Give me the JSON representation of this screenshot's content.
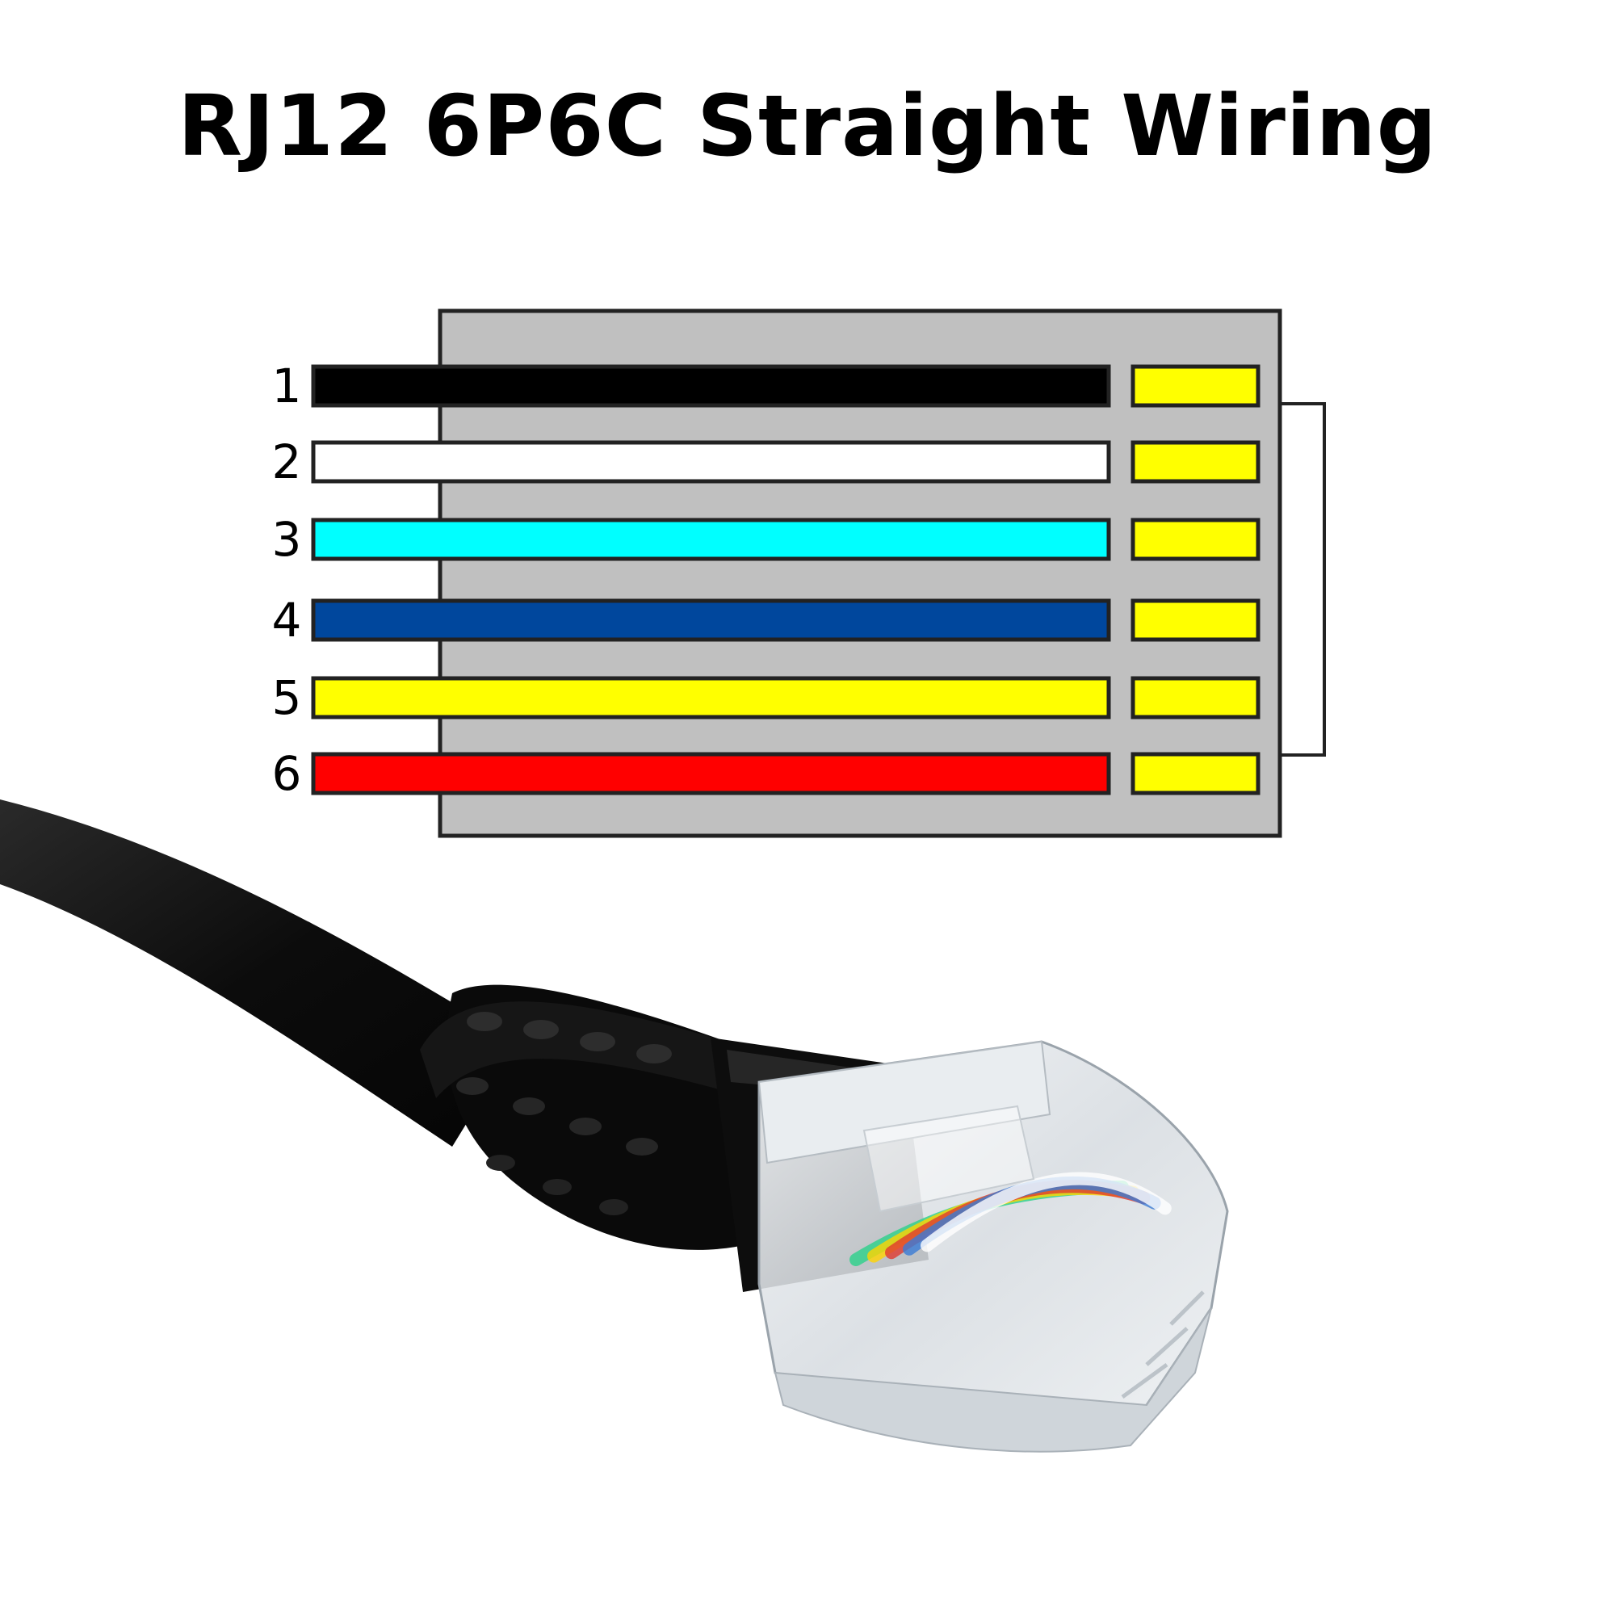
{
  "title": "RJ12 6P6C Straight Wiring",
  "connector": {
    "body_color": "#c0c0c0",
    "contact_color": "#ffff00",
    "outline_color": "#222222"
  },
  "wires": [
    {
      "pin": "1",
      "color": "#000000"
    },
    {
      "pin": "2",
      "color": "#ffffff"
    },
    {
      "pin": "3",
      "color": "#00ffff"
    },
    {
      "pin": "4",
      "color": "#00479d"
    },
    {
      "pin": "5",
      "color": "#ffff00"
    },
    {
      "pin": "6",
      "color": "#ff0000"
    }
  ],
  "cable_color": "#111111",
  "plug_wire_colors": [
    "#2ad18a",
    "#ffd400",
    "#e03a2e",
    "#3a7bd5",
    "#ffffff"
  ]
}
